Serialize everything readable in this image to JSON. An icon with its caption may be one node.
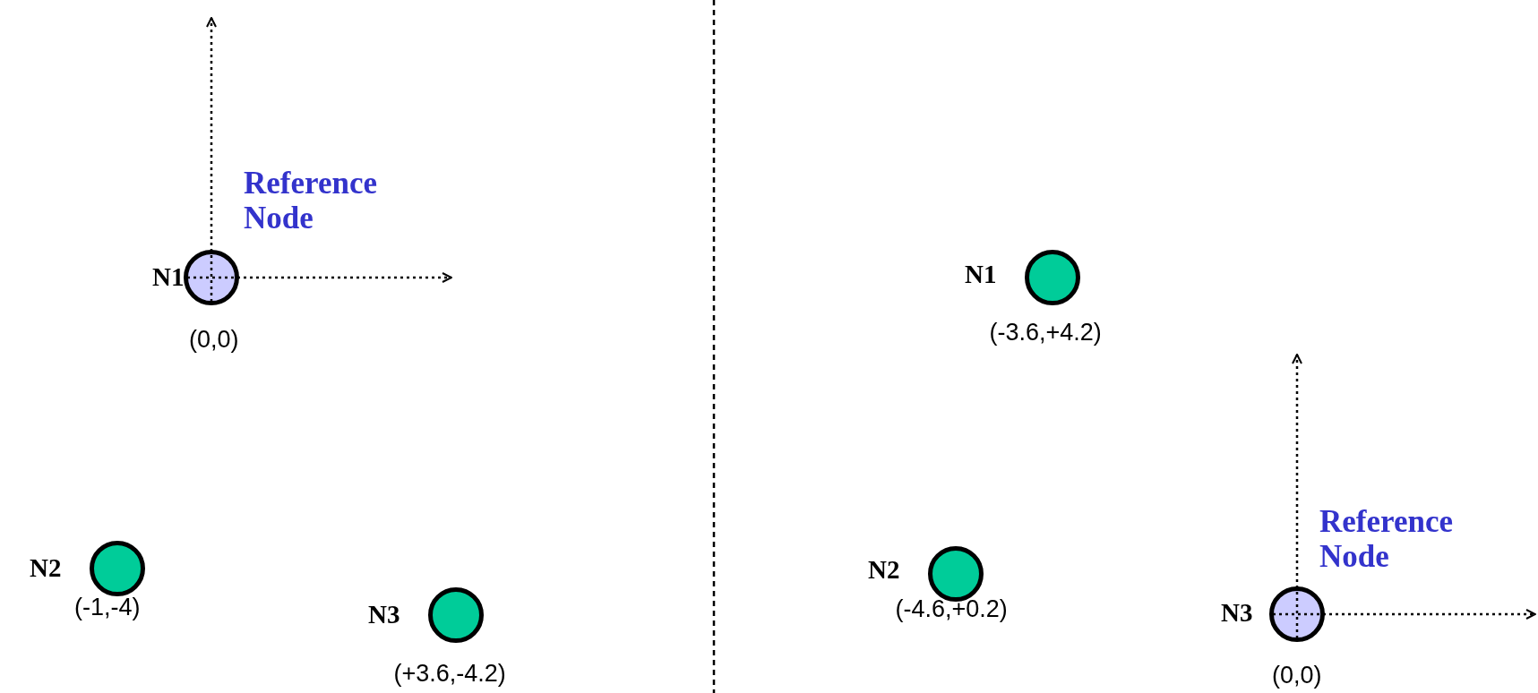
{
  "diagram": {
    "nodes": [
      {
        "text": [],
        "shape": "circle",
        "beside": [
          "Reference Node",
          "N1",
          "(0,0)"
        ]
      },
      {
        "text": [],
        "shape": "circle",
        "beside": [
          "N2",
          "(-1,-4)"
        ]
      },
      {
        "text": [],
        "shape": "circle",
        "beside": [
          "N3",
          "(+3.6,-4.2)"
        ]
      },
      {
        "text": [],
        "shape": "circle",
        "beside": [
          "N1",
          "(-3.6,+4.2)"
        ]
      },
      {
        "text": [],
        "shape": "circle",
        "beside": [
          "N2",
          "(-4.6,+0.2)"
        ]
      },
      {
        "text": [],
        "shape": "circle",
        "beside": [
          "Reference Node",
          "N3",
          "(0,0)"
        ]
      }
    ]
  }
}
